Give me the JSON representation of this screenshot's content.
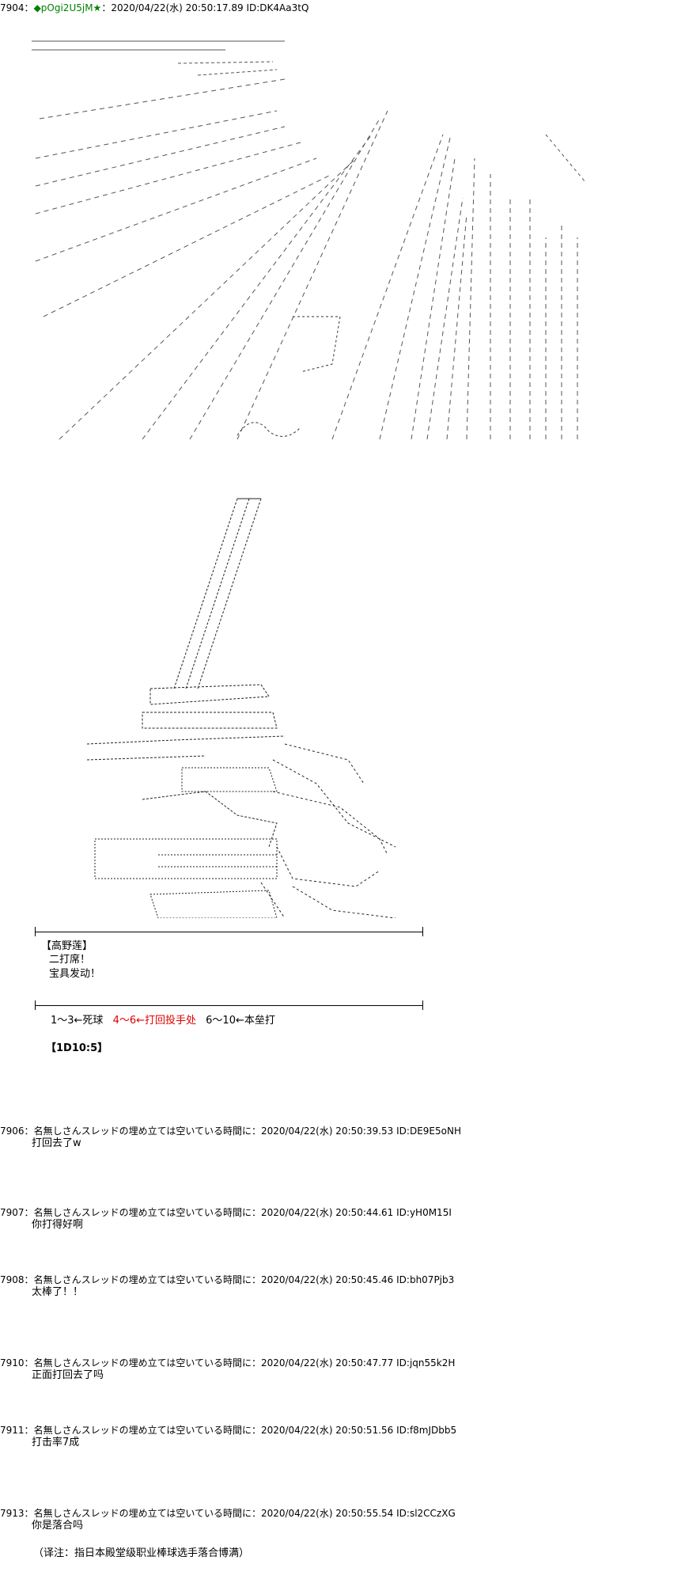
{
  "posts": [
    {
      "no": "7904",
      "sep": "：",
      "trip": "◆pOgi2U5jM★",
      "datetime": "：2020/04/22(水) 20:50:17.89",
      "id": "ID:DK4Aa3tQ"
    },
    {
      "no": "7906",
      "sep": "：",
      "name": "名無しさんスレッドの埋め立ては空いている時間に",
      "datetime": "：2020/04/22(水) 20:50:39.53",
      "id": "ID:DE9E5oNH",
      "body": "打回去了w"
    },
    {
      "no": "7907",
      "sep": "：",
      "name": "名無しさんスレッドの埋め立ては空いている時間に",
      "datetime": "：2020/04/22(水) 20:50:44.61",
      "id": "ID:yH0M15I",
      "body": "你打得好啊"
    },
    {
      "no": "7908",
      "sep": "：",
      "name": "名無しさんスレッドの埋め立ては空いている時間に",
      "datetime": "：2020/04/22(水) 20:50:45.46",
      "id": "ID:bh07Pjb3",
      "body": "太棒了！！"
    },
    {
      "no": "7910",
      "sep": "：",
      "name": "名無しさんスレッドの埋め立ては空いている時間に",
      "datetime": "：2020/04/22(水) 20:50:47.77",
      "id": "ID:jqn55k2H",
      "body": "正面打回去了吗"
    },
    {
      "no": "7911",
      "sep": "：",
      "name": "名無しさんスレッドの埋め立ては空いている時間に",
      "datetime": "：2020/04/22(水) 20:50:51.56",
      "id": "ID:f8mJDbb5",
      "body": "打击率7成"
    },
    {
      "no": "7913",
      "sep": "：",
      "name": "名無しさんスレッドの埋め立ては空いている時間に",
      "datetime": "：2020/04/22(水) 20:50:55.54",
      "id": "ID:sl2CCzXG",
      "body": "你是落合吗"
    }
  ],
  "main_post": {
    "speaker": "【高野莲】",
    "line1": "二打席！",
    "line2": "宝具发动！",
    "dice_text_a": "1～3←死球",
    "dice_text_b": "4～6←打回投手处",
    "dice_text_c": "6～10←本垒打",
    "dice_result": "【1D10:5】"
  },
  "note": "（译注：指日本殿堂级职业棒球选手落合博满）",
  "colors": {
    "trip": "#008000",
    "highlight": "#e00000",
    "text": "#000000"
  }
}
